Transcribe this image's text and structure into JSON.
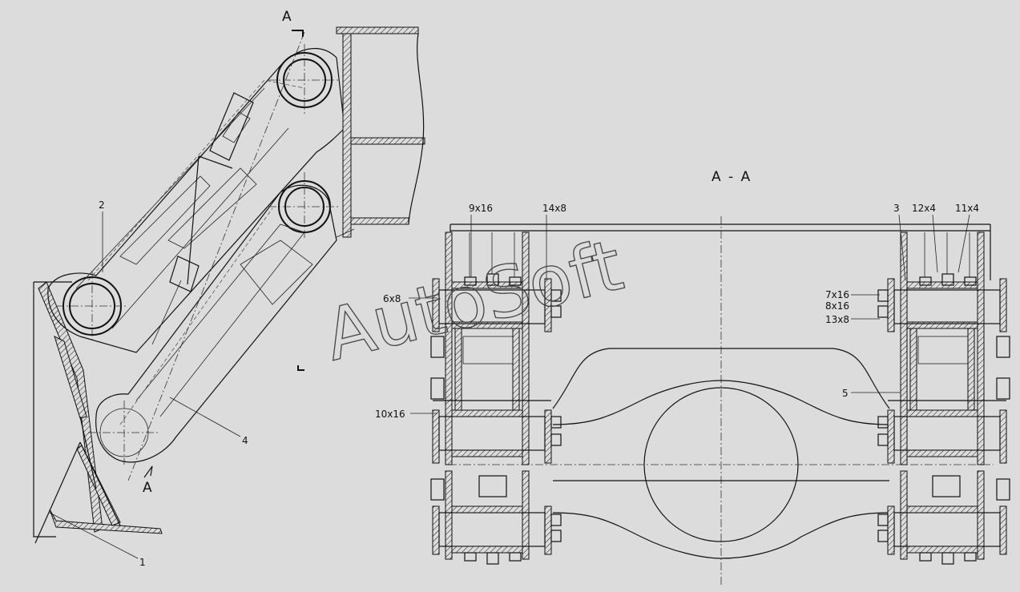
{
  "section_marker": "A",
  "section_title": "A - A",
  "watermark": "AutoSoft",
  "part_labels": [
    "1",
    "2",
    "3",
    "4",
    "5"
  ],
  "dimension_labels": {
    "l9x16": "9x16",
    "l14x8": "14x8",
    "l12x4": "12x4",
    "l11x4": "11x4",
    "l6x8": "6x8",
    "l7x16": "7x16",
    "l8x16": "8x16",
    "l13x8": "13x8",
    "l10x16": "10x16"
  }
}
